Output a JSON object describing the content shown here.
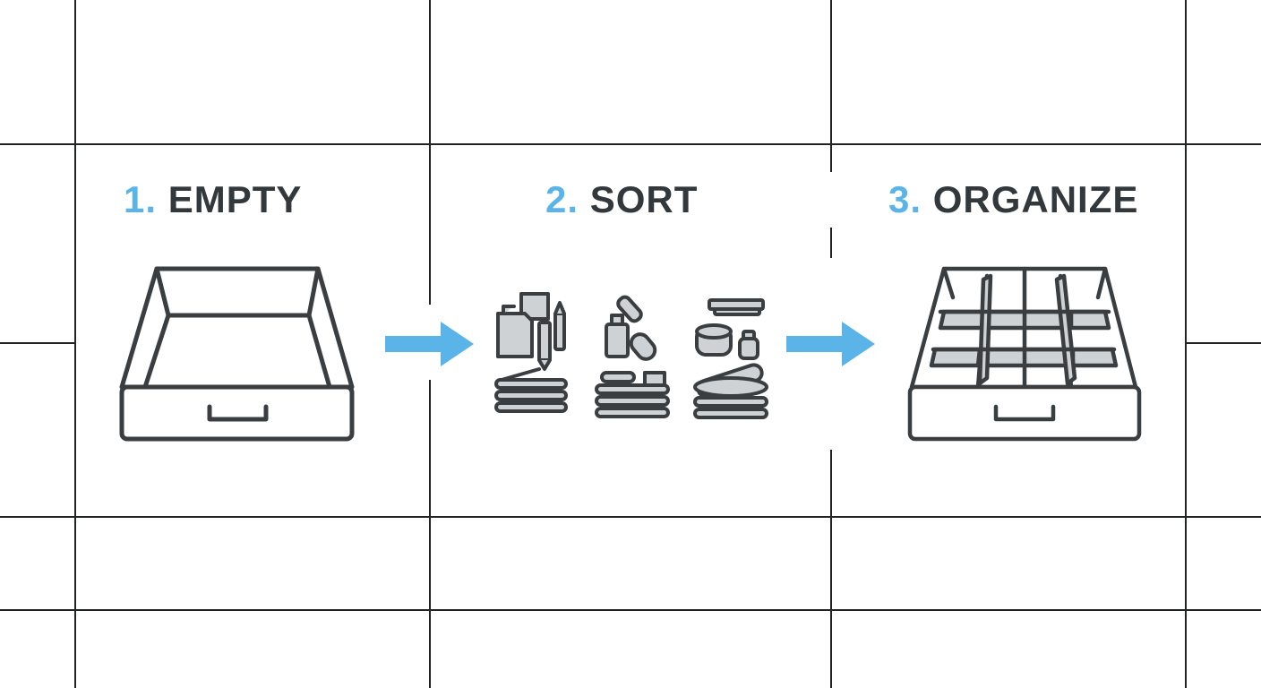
{
  "steps": [
    {
      "number": "1.",
      "label": "EMPTY",
      "icon": "empty-drawer-icon"
    },
    {
      "number": "2.",
      "label": "SORT",
      "icon": "sorted-items-icon"
    },
    {
      "number": "3.",
      "label": "ORGANIZE",
      "icon": "organized-drawer-icon"
    }
  ],
  "arrows": [
    "arrow-right-icon",
    "arrow-right-icon"
  ],
  "colors": {
    "accent": "#5bb4e8",
    "text": "#33383c",
    "stroke": "#3a3e41",
    "fill": "#cfd2d4",
    "grid": "#1f2326"
  }
}
